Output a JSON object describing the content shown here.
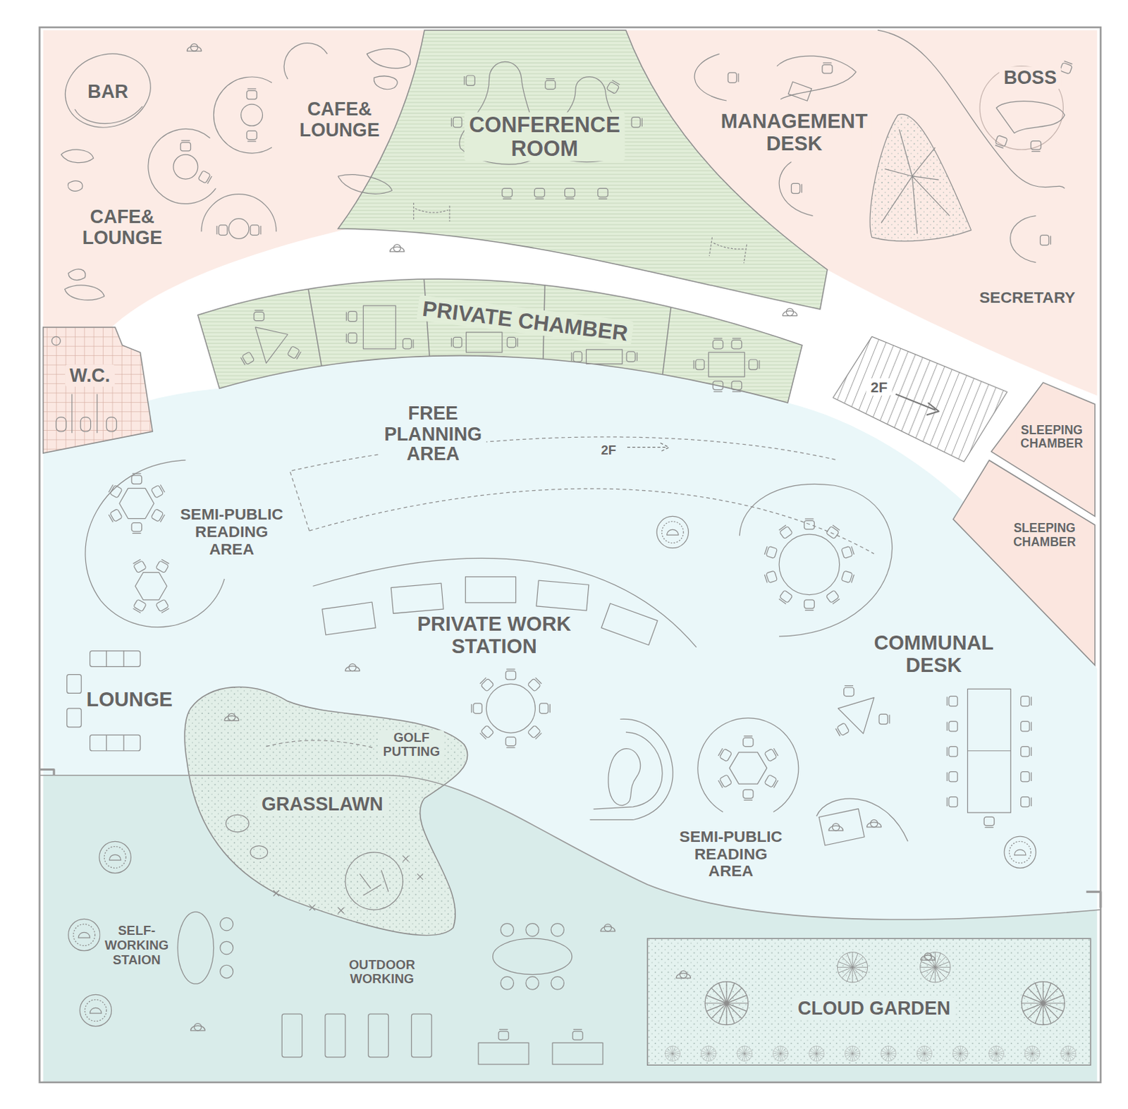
{
  "diagram": {
    "nodes": [
      {
        "text": [
          "CONFERENCE ROOM"
        ]
      },
      {
        "text": [
          "PRIVATE CHAMBER"
        ]
      },
      {
        "text": [
          "W.C."
        ]
      },
      {
        "text": [
          "SLEEPING CHAMBER"
        ]
      },
      {
        "text": [
          "SLEEPING CHAMBER"
        ]
      },
      {
        "text": [
          "GOLF PUTTING",
          "GRASSLAWN"
        ]
      },
      {
        "text": [
          "CLOUD GARDEN"
        ]
      }
    ],
    "labels": [
      "BAR",
      "CAFE& LOUNGE",
      "CAFE& LOUNGE",
      "MANAGEMENT DESK",
      "BOSS",
      "SECRETARY",
      "2F",
      "FREE PLANNING AREA",
      "2F",
      "SEMI-PUBLIC READING AREA",
      "PRIVATE WORK STATION",
      "COMMUNAL DESK",
      "LOUNGE",
      "SEMI-PUBLIC READING AREA",
      "SELF- WORKING STAION",
      "OUTDOOR WORKING"
    ]
  }
}
